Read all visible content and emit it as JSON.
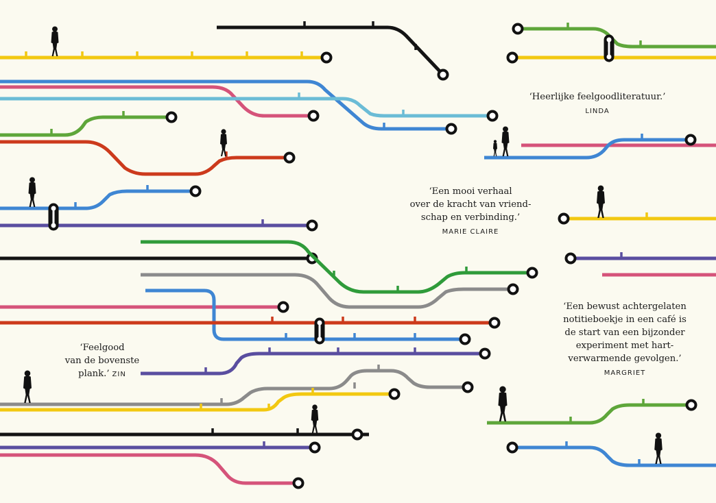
{
  "colors": {
    "background": "#fbfaf0",
    "yellow": "#f2c811",
    "black": "#141414",
    "pink": "#d5537a",
    "light_blue": "#6bbcd6",
    "blue": "#3f86d3",
    "green": "#5ea63a",
    "red": "#cc3a1c",
    "purple": "#5a4ea0",
    "dark_green": "#2f9b3a",
    "gray": "#8b8b8b"
  },
  "quotes": {
    "linda": {
      "text": "‘Heerlijke feelgoodliteratuur.’",
      "source": "LINDA"
    },
    "marie_claire": {
      "text": "‘Een mooi verhaal\nover de kracht van vriend-\nschap en verbinding.’",
      "source": "MARIE CLAIRE"
    },
    "margriet": {
      "text": "‘Een bewust achtergelaten\nnotitieboekje in een café is\nde start van een bijzonder\nexperiment met hart-\nverwarmende gevolgen.’",
      "source": "MARGRIET"
    },
    "zin": {
      "text_line1": "‘Feelgood",
      "text_line2": "van de bovenste",
      "text_line3": "plank.’",
      "source": "ZIN"
    }
  },
  "figures": [
    "walking-person-icon",
    "standing-person-icon",
    "parent-with-child-icon",
    "person-with-bag-icon"
  ]
}
